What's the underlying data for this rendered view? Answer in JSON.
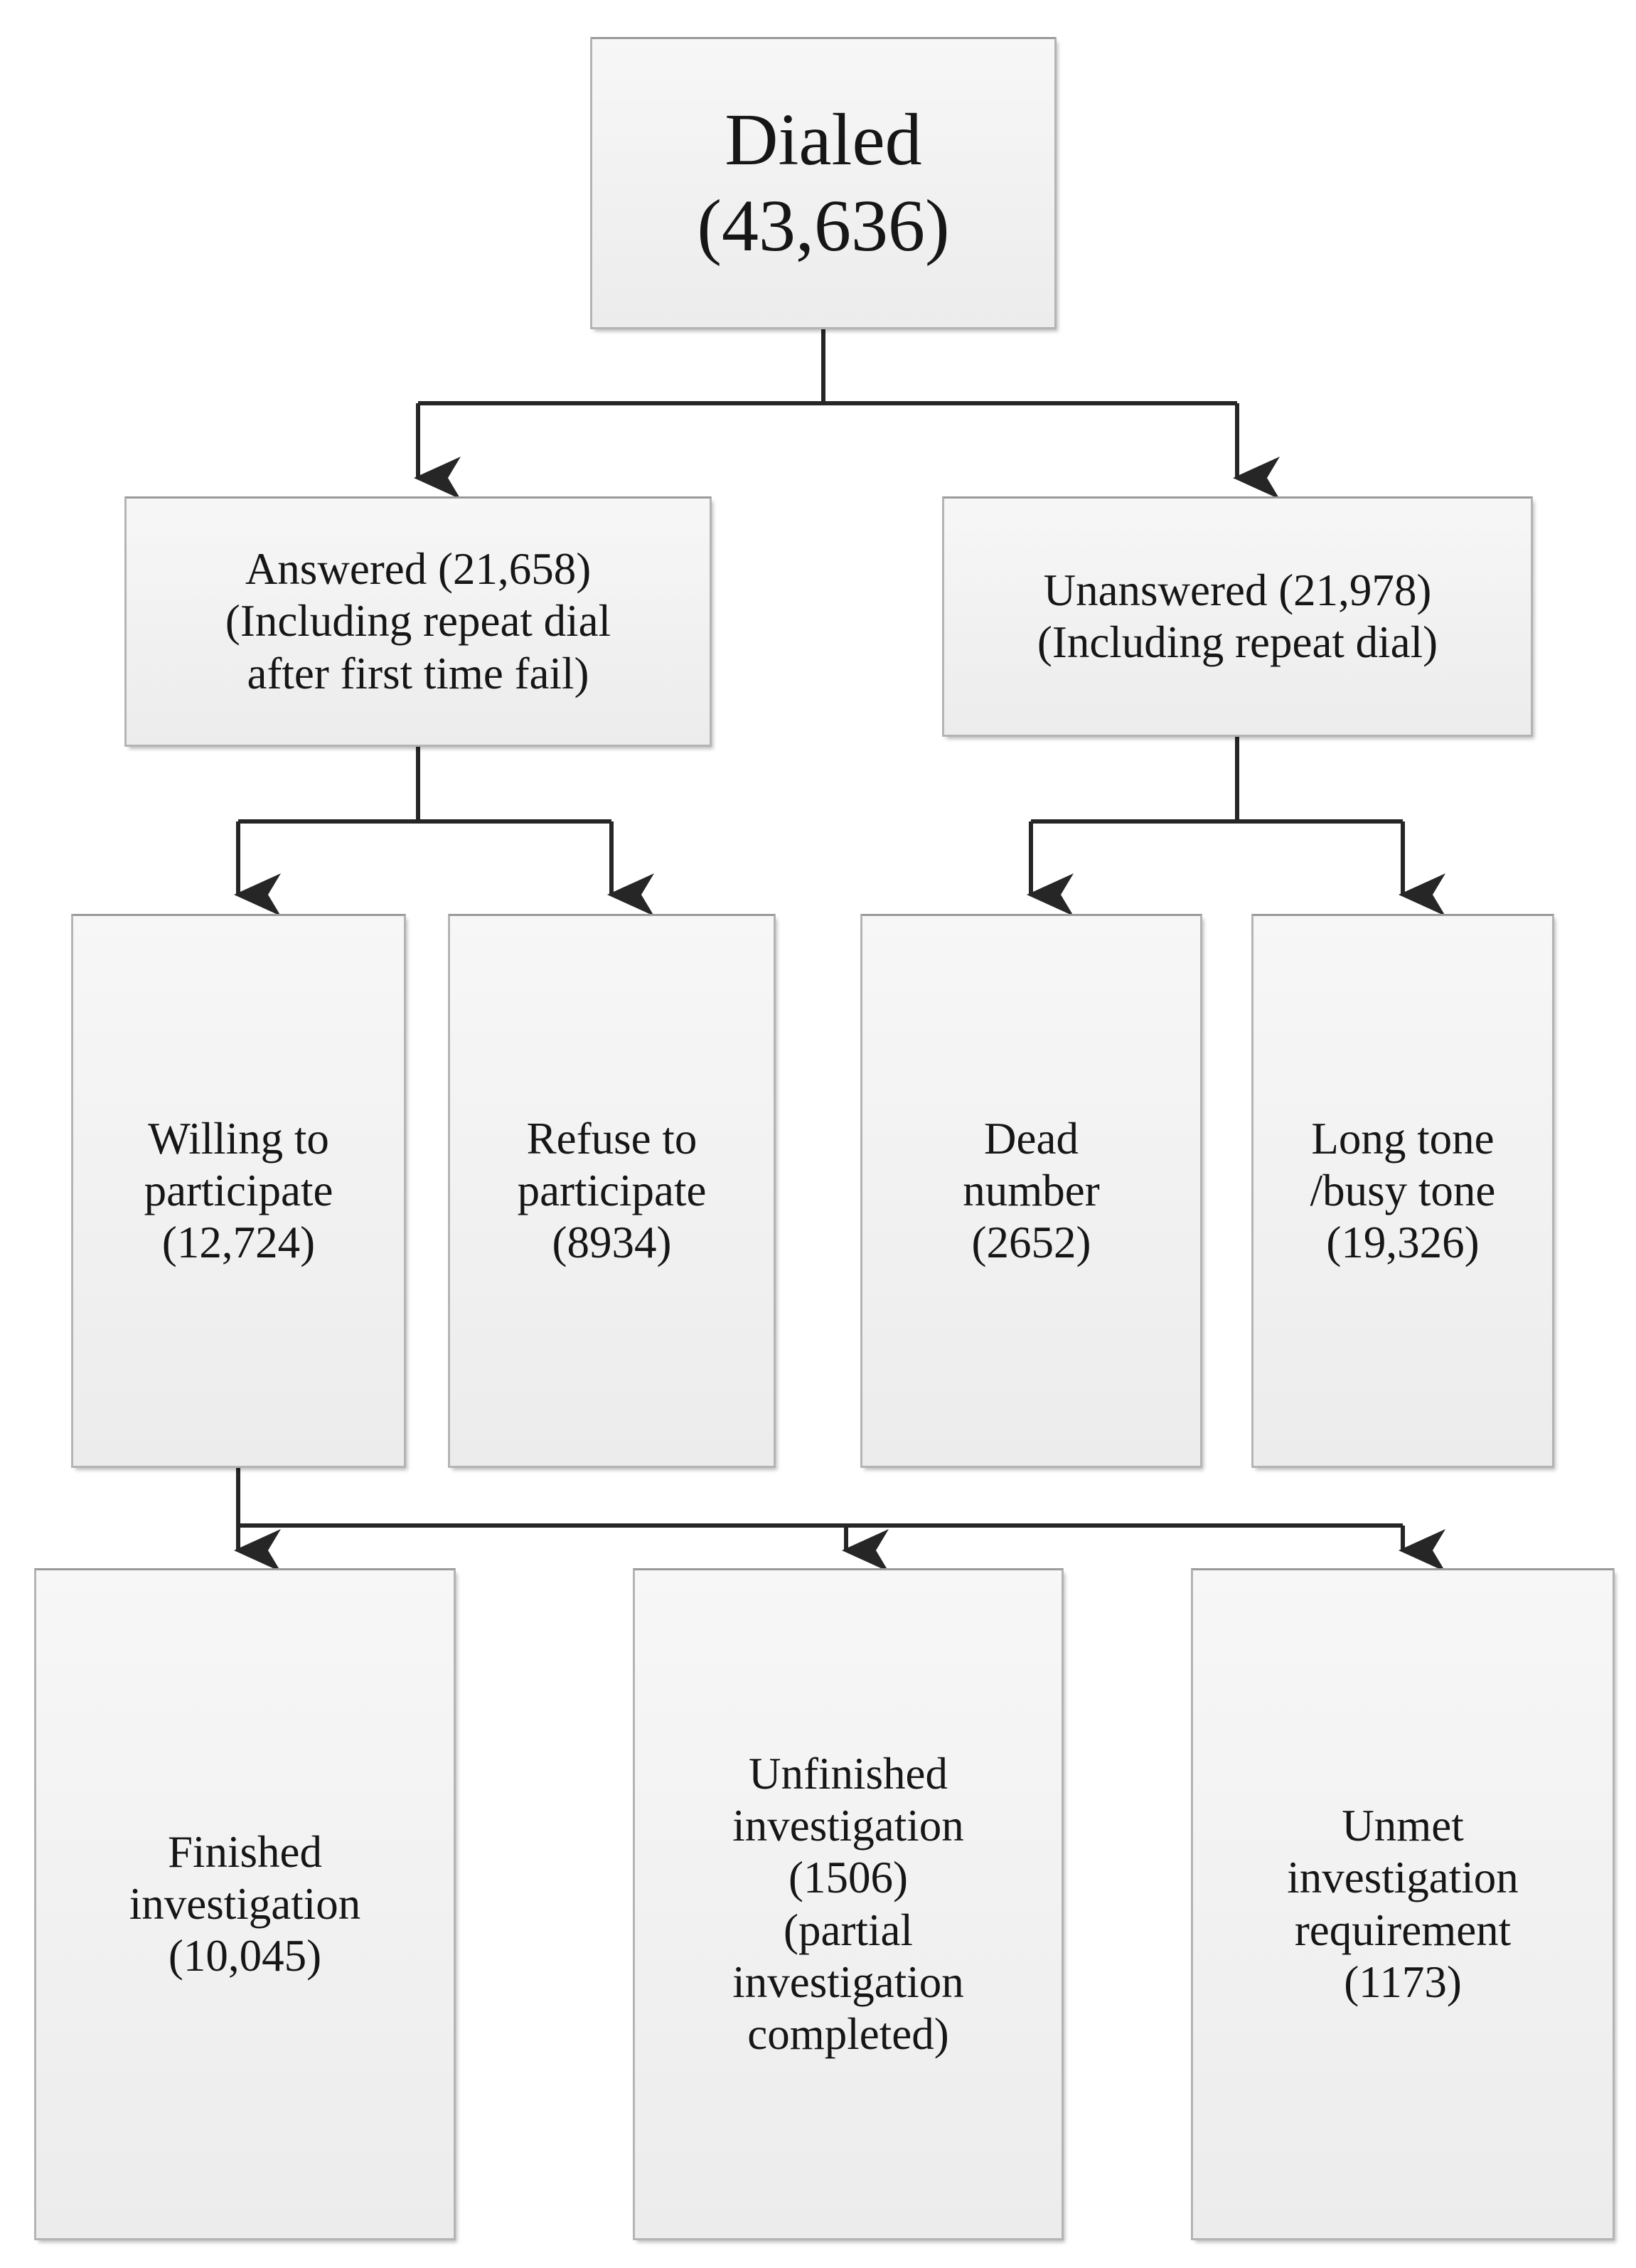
{
  "diagram": {
    "title": "Telephone survey call disposition flow chart",
    "type": "flowchart",
    "colors": {
      "box_fill": "#f2f2f2",
      "box_border": "#b4b4b4",
      "connector": "#262626",
      "text": "#161616",
      "background": "#ffffff"
    },
    "nodes": [
      {
        "id": "dialed",
        "label": "Dialed\n(43,636)",
        "name": "Dialed",
        "count": 43636,
        "level": 1
      },
      {
        "id": "answered",
        "label": "Answered (21,658)\n(Including repeat dial\nafter first time fail)",
        "name": "Answered",
        "count": 21658,
        "level": 2
      },
      {
        "id": "unanswered",
        "label": "Unanswered (21,978)\n(Including repeat dial)",
        "name": "Unanswered",
        "count": 21978,
        "level": 2
      },
      {
        "id": "willing",
        "label": "Willing to\nparticipate\n(12,724)",
        "name": "Willing to participate",
        "count": 12724,
        "level": 3
      },
      {
        "id": "refuse",
        "label": "Refuse to\nparticipate\n(8934)",
        "name": "Refuse to participate",
        "count": 8934,
        "level": 3
      },
      {
        "id": "dead",
        "label": "Dead\nnumber\n(2652)",
        "name": "Dead number",
        "count": 2652,
        "level": 3
      },
      {
        "id": "longtone",
        "label": "Long tone\n/busy tone\n(19,326)",
        "name": "Long tone /busy tone",
        "count": 19326,
        "level": 3
      },
      {
        "id": "finished",
        "label": "Finished\ninvestigation\n(10,045)",
        "name": "Finished investigation",
        "count": 10045,
        "level": 4
      },
      {
        "id": "unfinished",
        "label": "Unfinished\ninvestigation\n(1506)\n(partial\ninvestigation\ncompleted)",
        "name": "Unfinished investigation",
        "count": 1506,
        "level": 4
      },
      {
        "id": "unmet",
        "label": "Unmet\ninvestigation\nrequirement\n(1173)",
        "name": "Unmet investigation requirement",
        "count": 1173,
        "level": 4
      }
    ],
    "edges": [
      {
        "from": "dialed",
        "to": "answered"
      },
      {
        "from": "dialed",
        "to": "unanswered"
      },
      {
        "from": "answered",
        "to": "willing"
      },
      {
        "from": "answered",
        "to": "refuse"
      },
      {
        "from": "unanswered",
        "to": "dead"
      },
      {
        "from": "unanswered",
        "to": "longtone"
      },
      {
        "from": "willing",
        "to": "finished"
      },
      {
        "from": "willing",
        "to": "unfinished"
      },
      {
        "from": "willing",
        "to": "unmet"
      }
    ]
  }
}
